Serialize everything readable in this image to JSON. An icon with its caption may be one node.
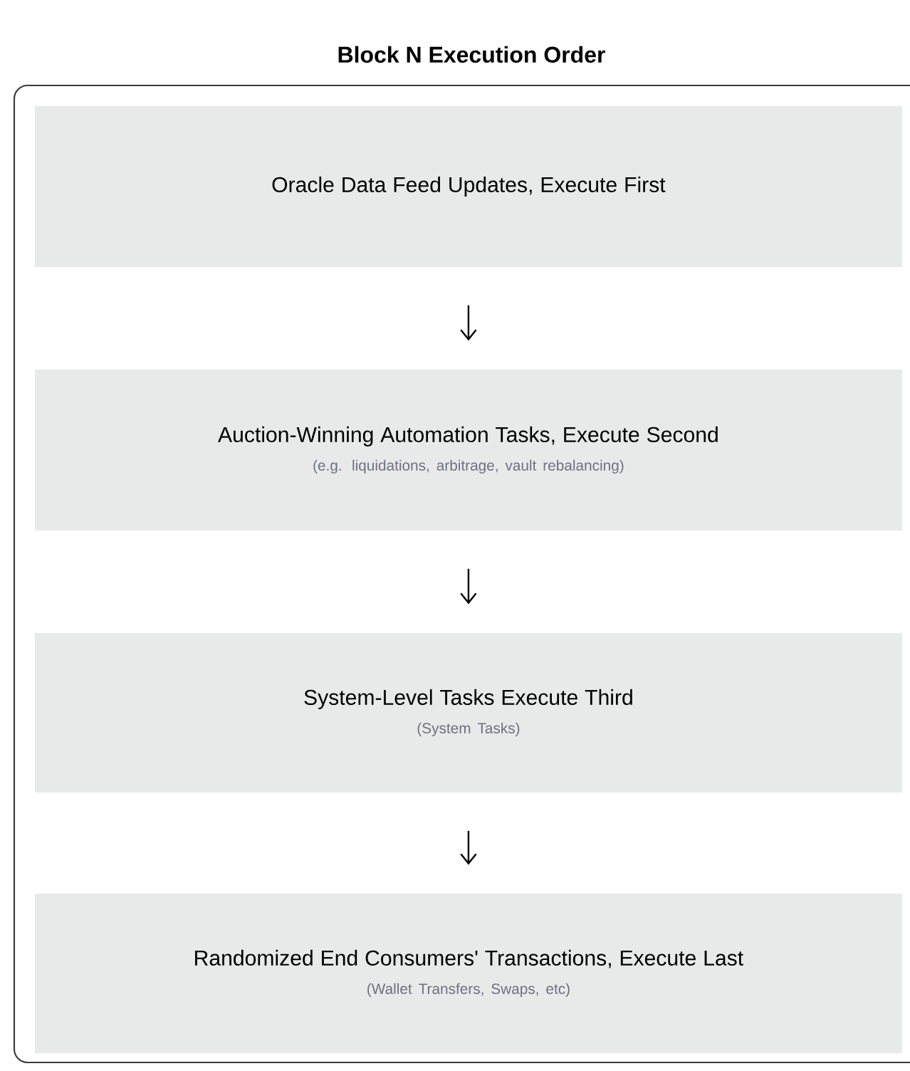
{
  "diagram": {
    "nodes": [
      {
        "text": [
          "Block N Execution Order"
        ]
      },
      {
        "text": [
          "Oracle Data Feed Updates, Execute First"
        ],
        "in": 0
      },
      {
        "text": [
          "Auction-Winning Automation Tasks, Execute Second",
          "(e.g. liquidations, arbitrage, vault rebalancing)"
        ],
        "in": 0
      },
      {
        "text": [
          "System-Level Tasks Execute Third",
          "(System Tasks)"
        ],
        "in": 0
      },
      {
        "text": [
          "Randomized End Consumers' Transactions, Execute Last",
          "(Wallet Transfers, Swaps, etc)"
        ],
        "in": 0
      }
    ],
    "edges": [
      {
        "from": 1,
        "to": 2,
        "arrow": "to"
      },
      {
        "from": 2,
        "to": 3,
        "arrow": "to"
      },
      {
        "from": 3,
        "to": 4,
        "arrow": "to"
      }
    ]
  }
}
